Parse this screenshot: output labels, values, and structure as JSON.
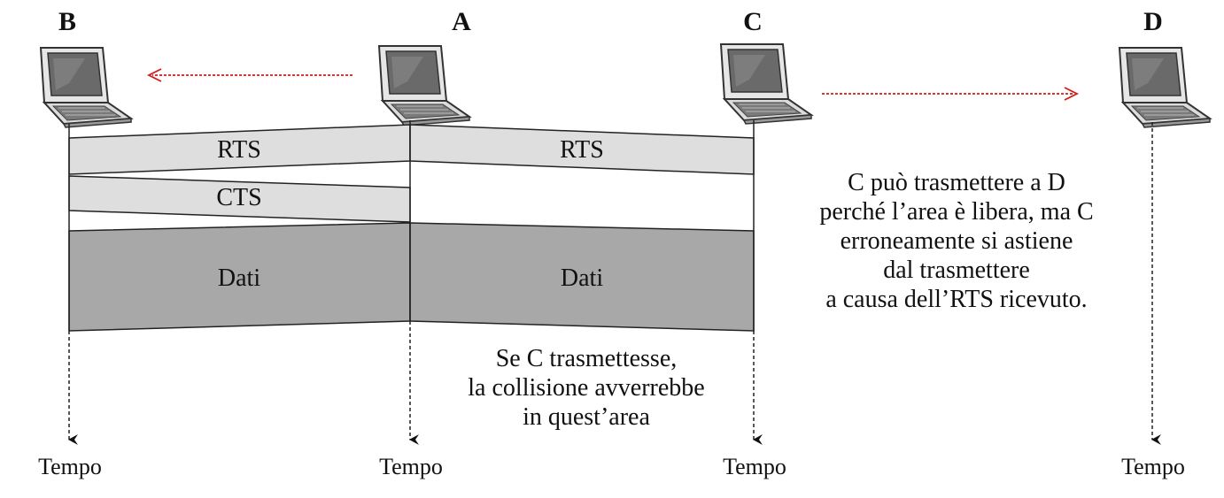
{
  "nodes": {
    "B": {
      "label": "B",
      "time": "Tempo"
    },
    "A": {
      "label": "A",
      "time": "Tempo"
    },
    "C": {
      "label": "C",
      "time": "Tempo"
    },
    "D": {
      "label": "D",
      "time": "Tempo"
    }
  },
  "frames": {
    "rts_left": "RTS",
    "rts_right": "RTS",
    "cts": "CTS",
    "dati_left": "Dati",
    "dati_right": "Dati"
  },
  "notes": {
    "exposed": [
      "C può trasmettere a D",
      "perché l’area è libera, ma C",
      "erroneamente si astiene",
      "dal trasmettere",
      "a causa dell’RTS ricevuto."
    ],
    "collision": [
      "Se C trasmettesse,",
      "la collisione avverrebbe",
      "in quest’area"
    ]
  },
  "colors": {
    "control_frame": "#dedede",
    "data_frame": "#a8a8a8",
    "arrow_red": "#d41a1a",
    "stroke": "#222222"
  },
  "icons": {
    "station": "laptop-icon"
  }
}
